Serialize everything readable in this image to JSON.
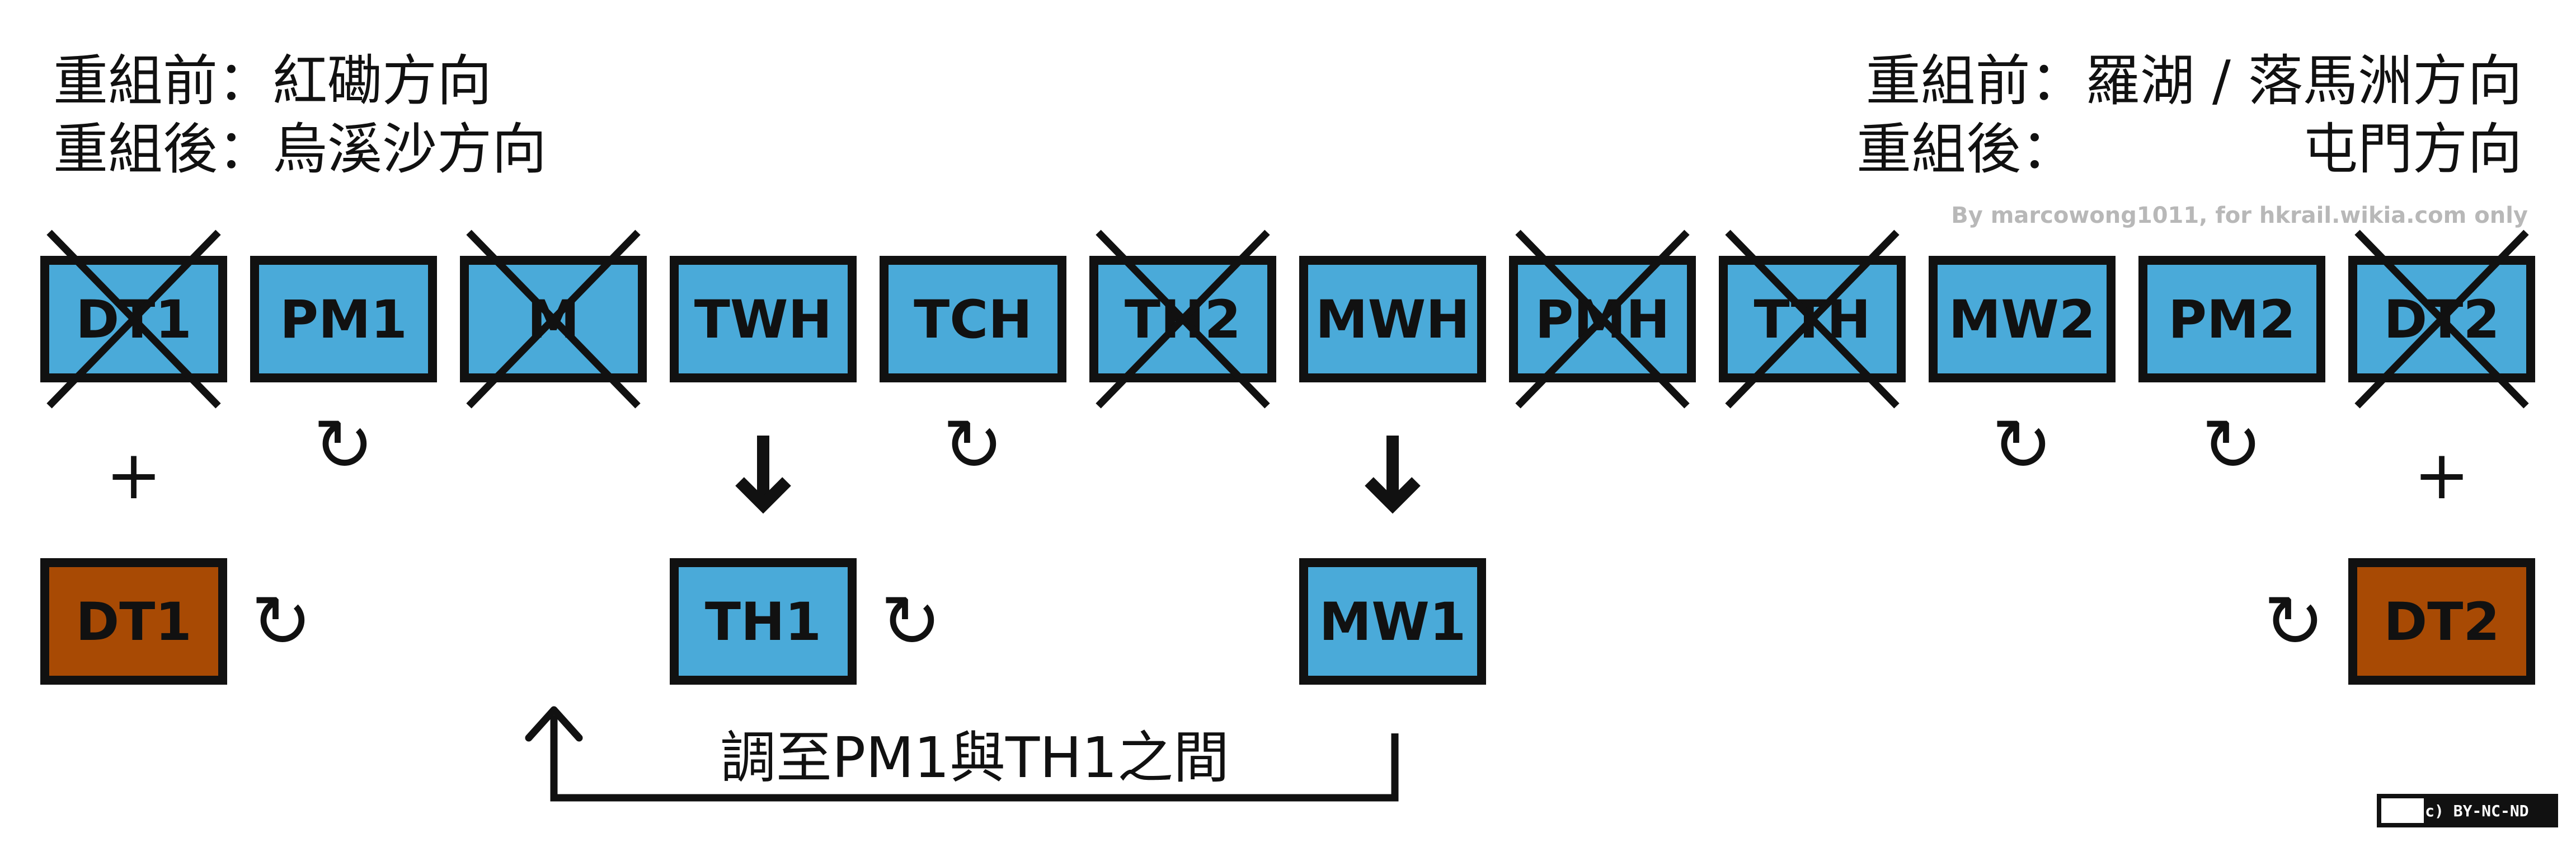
{
  "colors": {
    "blue_box": "#4aaad9",
    "brown_box": "#a84a04",
    "outline": "#111111",
    "credit": "#b8b8b8"
  },
  "headings": {
    "left_line1": "重組前：紅磡方向",
    "left_line2": "重組後：烏溪沙方向",
    "right_line1": "重組前：羅湖 / 落馬洲方向",
    "right_line2_label": "重組後：",
    "right_line2_value": "屯門方向"
  },
  "credit": "By marcowong1011, for hkrail.wikia.com only",
  "symbols": {
    "plus": "+",
    "rotate": "↻",
    "down": "🡇"
  },
  "before_cars": [
    {
      "code": "DT1",
      "removed": true,
      "below": "plus"
    },
    {
      "code": "PM1",
      "removed": false,
      "below": "rotate"
    },
    {
      "code": "M",
      "removed": true,
      "below": ""
    },
    {
      "code": "TWH",
      "removed": false,
      "below": "down"
    },
    {
      "code": "TCH",
      "removed": false,
      "below": "rotate"
    },
    {
      "code": "TH2",
      "removed": true,
      "below": ""
    },
    {
      "code": "MWH",
      "removed": false,
      "below": "down"
    },
    {
      "code": "PMH",
      "removed": true,
      "below": ""
    },
    {
      "code": "TTH",
      "removed": true,
      "below": ""
    },
    {
      "code": "MW2",
      "removed": false,
      "below": "rotate"
    },
    {
      "code": "PM2",
      "removed": false,
      "below": "rotate"
    },
    {
      "code": "DT2",
      "removed": true,
      "below": "plus"
    }
  ],
  "after_cars": [
    {
      "code": "DT1",
      "color": "brown",
      "rotate_side": "right"
    },
    {
      "code": "TH1",
      "color": "blue",
      "rotate_side": "right"
    },
    {
      "code": "MW1",
      "color": "blue",
      "rotate_side": ""
    },
    {
      "code": "DT2",
      "color": "brown",
      "rotate_side": "left"
    }
  ],
  "move_note": "調至PM1與TH1之間",
  "license": "(cc) BY-NC-ND"
}
